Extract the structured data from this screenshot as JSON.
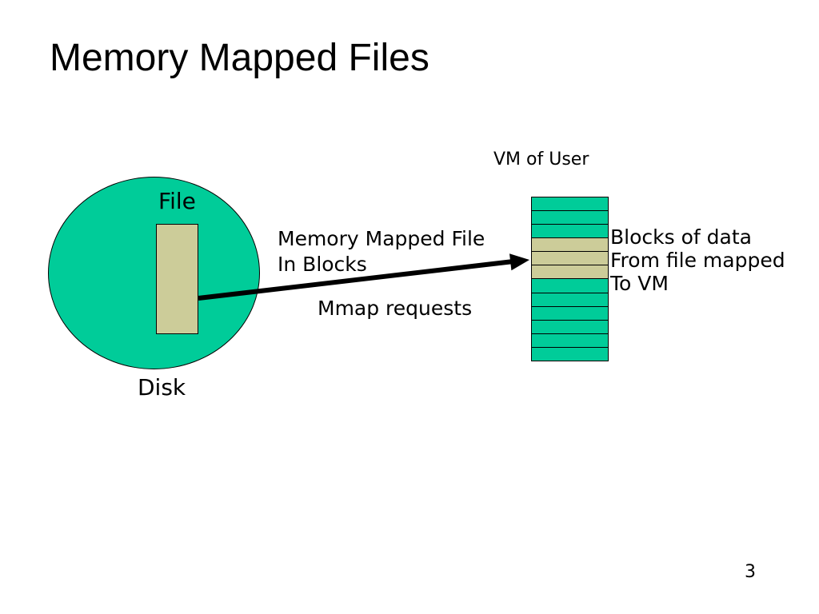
{
  "slide": {
    "title": "Memory Mapped Files",
    "page_number": "3",
    "background": "#ffffff"
  },
  "colors": {
    "block_green": "#00CC99",
    "block_tan": "#CCCC99",
    "outline": "#000000",
    "arrow": "#000000",
    "text": "#000000"
  },
  "disk": {
    "label": "Disk",
    "file_label": "File"
  },
  "vm": {
    "title": "VM of User",
    "rows": [
      "green",
      "green",
      "green",
      "tan",
      "tan",
      "tan",
      "green",
      "green",
      "green",
      "green",
      "green",
      "green"
    ]
  },
  "annotations": {
    "arrow_label_line1": "Memory Mapped File",
    "arrow_label_line2": "In Blocks",
    "arrow_sublabel": "Mmap requests",
    "vm_note_line1": "Blocks of data",
    "vm_note_line2": "From file mapped",
    "vm_note_line3": "To VM"
  }
}
